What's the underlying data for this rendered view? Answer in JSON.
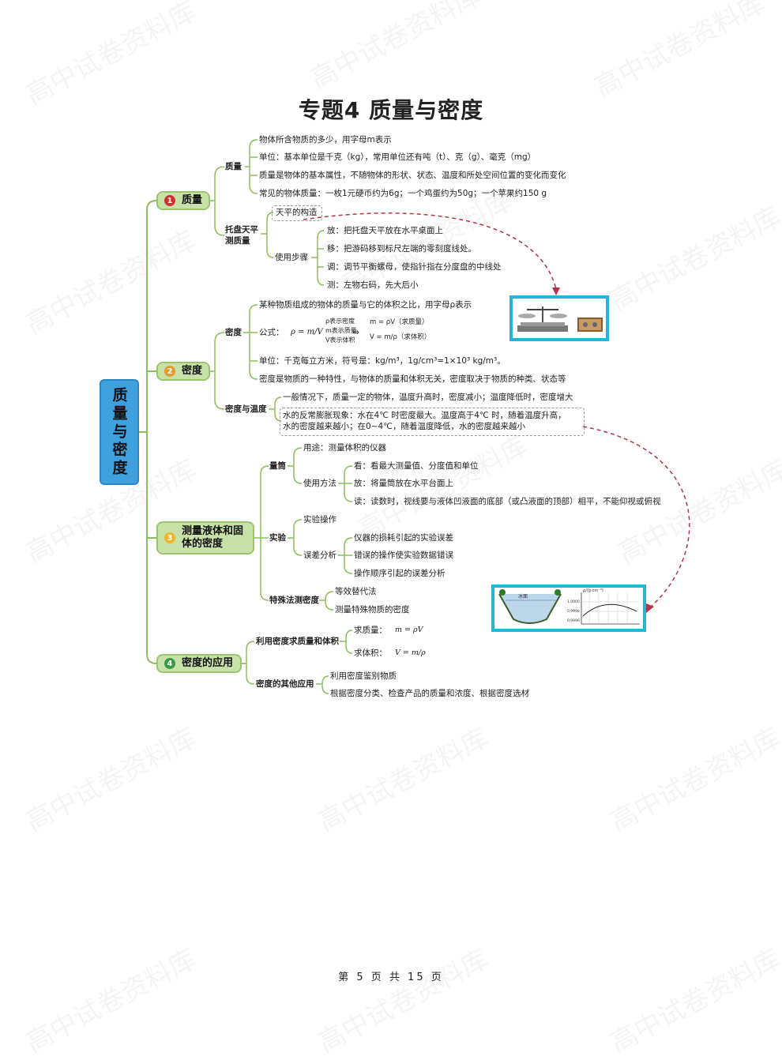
{
  "title": "专题4  质量与密度",
  "root_label": "质量与密度",
  "watermark": "高中试卷资料库",
  "sections": {
    "s1": {
      "num": "1",
      "label": "质量"
    },
    "s2": {
      "num": "2",
      "label": "密度"
    },
    "s3": {
      "num": "3",
      "label": "测量液体和固体的密度"
    },
    "s4": {
      "num": "4",
      "label": "密度的应用"
    }
  },
  "colors": {
    "green_fill": "#c8e1a8",
    "green_line": "#8bbf5a",
    "root_blue": "#3ea0dc",
    "num_red": "#d0312d",
    "num_orange": "#e89a2a",
    "num_yellow": "#f0b429",
    "num_green": "#3a9b45"
  },
  "mass": {
    "branch": "质量",
    "items": [
      "物体所含物质的多少，用字母m表示",
      "单位：基本单位是千克（kg），常用单位还有吨（t）、克（g）、毫克（mg）",
      "质量是物体的基本属性，不随物体的形状、状态、温度和所处空间位置的变化而变化",
      "常见的物体质量：一枚1元硬币约为6g；一个鸡蛋约为50g；一个苹果约150 g"
    ],
    "balance_branch": "托盘天平测质量",
    "structure": "天平的构造",
    "steps_label": "使用步骤",
    "steps": [
      "放：把托盘天平放在水平桌面上",
      "移：把游码移到标尺左端的零刻度线处。",
      "调：调节平衡螺母，使指针指在分度盘的中线处",
      "测：左物右码，先大后小"
    ]
  },
  "density": {
    "branch": "密度",
    "def": "某种物质组成的物体的质量与它的体积之比，用字母ρ表示",
    "formula_label": "公式：",
    "formula_main": "ρ = m/V",
    "formula_notes": [
      "ρ表示密度",
      "m表示质量",
      "V表示体积"
    ],
    "derived": [
      "m = ρV（求质量）",
      "V = m/ρ（求体积）"
    ],
    "unit": "单位：千克每立方米，符号是：kg/m³，1g/cm³=1×10³ kg/m³。",
    "property": "密度是物质的一种特性，与物体的质量和体积无关，密度取决于物质的种类、状态等",
    "temp_branch": "密度与温度",
    "temp1": "一般情况下，质量一定的物体，温度升高时，密度减小；温度降低时，密度增大",
    "temp2a": "水的反常膨胀现象：水在4℃ 时密度最大。温度高于4℃ 时，随着温度升高，",
    "temp2b": "水的密度越来越小；在0~4℃，随着温度降低，水的密度越来越小"
  },
  "measure": {
    "cylinder": "量筒",
    "use": "用途：测量体积的仪器",
    "method": "使用方法",
    "look": "看：看最大测量值、分度值和单位",
    "place": "放：将量筒放在水平台面上",
    "read": "读：读数时，视线要与液体凹液面的底部（或凸液面的顶部）相平，不能仰视或俯视",
    "experiment": "实验",
    "operation": "实验操作",
    "error": "误差分析",
    "errors": [
      "仪器的损耗引起的实验误差",
      "错误的操作使实验数据错误",
      "操作顺序引起的误差分析"
    ],
    "special": "特殊法测密度",
    "specials": [
      "等效替代法",
      "测量特殊物质的密度"
    ]
  },
  "app": {
    "calc": "利用密度求质量和体积",
    "mass": "求质量：",
    "mass_f": "m = ρV",
    "volume": "求体积：",
    "volume_f": "V = m/ρ",
    "other": "密度的其他应用",
    "others": [
      "利用密度鉴别物质",
      "根据密度分类、检查产品的质量和浓度、根据密度选材"
    ]
  },
  "water_chart": {
    "ylabel": "ρ/(g·cm⁻³)",
    "y_ticks": [
      "1.0000",
      "0.9998",
      "0.9996"
    ],
    "water_label": "冰面"
  },
  "footer": "第 5 页 共 15 页"
}
